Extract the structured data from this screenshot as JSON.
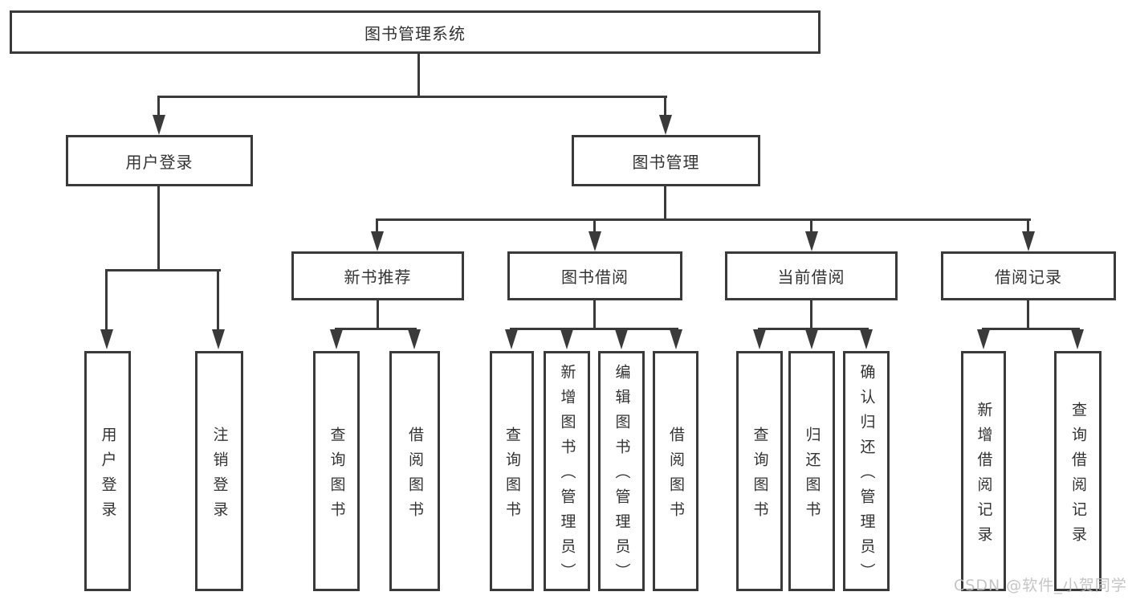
{
  "diagram": {
    "root": {
      "label": "图书管理系统"
    },
    "branches": [
      {
        "label": "用户登录",
        "children": [
          {
            "label": "用户登录"
          },
          {
            "label": "注销登录"
          }
        ]
      },
      {
        "label": "图书管理",
        "children": [
          {
            "label": "新书推荐",
            "children": [
              {
                "label": "查询图书"
              },
              {
                "label": "借阅图书"
              }
            ]
          },
          {
            "label": "图书借阅",
            "children": [
              {
                "label": "查询图书"
              },
              {
                "label": "新增图书（管理员）"
              },
              {
                "label": "编辑图书（管理员）"
              },
              {
                "label": "借阅图书"
              }
            ]
          },
          {
            "label": "当前借阅",
            "children": [
              {
                "label": "查询图书"
              },
              {
                "label": "归还图书"
              },
              {
                "label": "确认归还（管理员）"
              }
            ]
          },
          {
            "label": "借阅记录",
            "children": [
              {
                "label": "新增借阅记录"
              },
              {
                "label": "查询借阅记录"
              }
            ]
          }
        ]
      }
    ]
  },
  "watermark": {
    "text": "CSDN @软件_小贺同学"
  },
  "colors": {
    "line": "#3a3a3a",
    "text": "#333333",
    "watermark": "#c0c0c0",
    "background": "#ffffff"
  }
}
